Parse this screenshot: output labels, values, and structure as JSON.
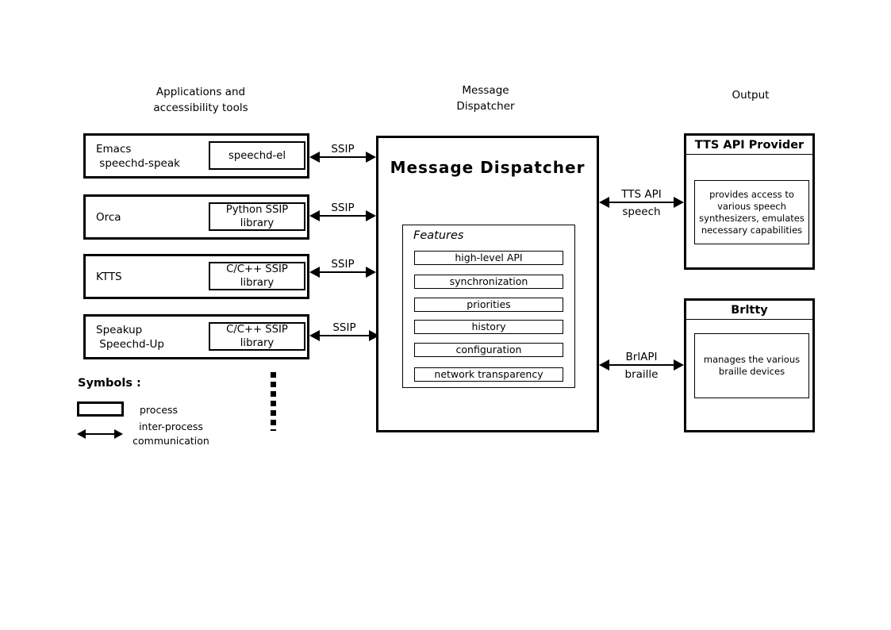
{
  "headers": {
    "left": "Applications and\naccessibility tools",
    "center": "Message\nDispatcher",
    "right": "Output"
  },
  "apps": [
    {
      "name": "Emacs\n speechd-speak",
      "library": "speechd-el",
      "protocol": "SSIP"
    },
    {
      "name": "Orca",
      "library": "Python SSIP\nlibrary",
      "protocol": "SSIP"
    },
    {
      "name": "KTTS",
      "library": "C/C++ SSIP\nlibrary",
      "protocol": "SSIP"
    },
    {
      "name": "Speakup\n Speechd-Up",
      "library": "C/C++ SSIP\nlibrary",
      "protocol": "SSIP"
    }
  ],
  "dispatcher": {
    "title": "Message Dispatcher",
    "features_title": "Features",
    "features": [
      "high-level API",
      "synchronization",
      "priorities",
      "history",
      "configuration",
      "network transparency"
    ]
  },
  "outputs": [
    {
      "title": "TTS API Provider",
      "description": "provides access to\nvarious speech\nsynthesizers, emulates\nnecessary capabilities",
      "protocol": "TTS API",
      "channel": "speech"
    },
    {
      "title": "Brltty",
      "description": "manages the various\nbraille devices",
      "protocol": "BrlAPI",
      "channel": "braille"
    }
  ],
  "legend": {
    "title": "Symbols :",
    "process_label": "process",
    "ipc_label": "inter-process\ncommunication"
  },
  "colors": {
    "line": "#000000",
    "background": "#ffffff"
  }
}
